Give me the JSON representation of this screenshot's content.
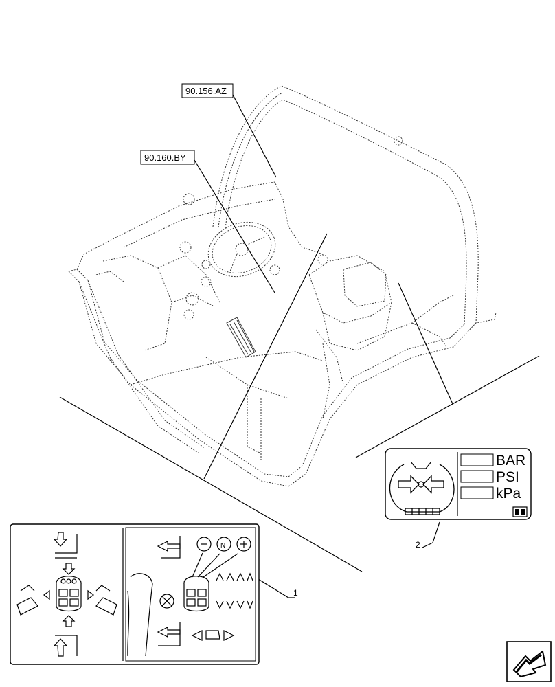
{
  "references": {
    "rops": "90.156.AZ",
    "dash": "90.160.BY"
  },
  "callouts": {
    "item1": "1",
    "item2": "2"
  },
  "pressure_decal": {
    "units": [
      "BAR",
      "PSI",
      "kPa"
    ]
  },
  "icons": [
    "rops-frame",
    "steering-wheel",
    "joystick-pattern-decal",
    "pressure-decal",
    "book-icon",
    "next-page-arrow-icon"
  ]
}
